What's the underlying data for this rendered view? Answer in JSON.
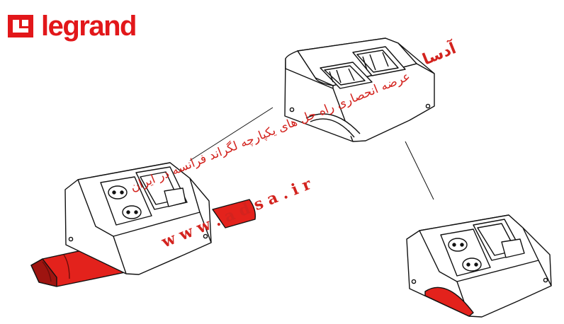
{
  "brand": {
    "name": "legrand",
    "color": "#e2171a",
    "icon": "legrand-bracket-logo-icon"
  },
  "watermark": {
    "color": "#d3231e",
    "brand_fa": "آدسا",
    "tagline_fa": "عرضه انحصاری راه حل های یکپارچه لگراند فرانسه در ایران",
    "url": "w w w . a d s a . i r"
  },
  "colors": {
    "outline": "#111111",
    "cover": "#e3221c",
    "cover_dark": "#9e1410"
  }
}
